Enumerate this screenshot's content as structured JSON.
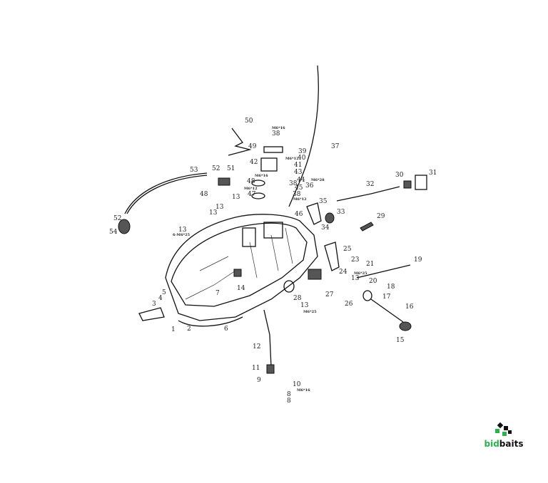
{
  "diagram": {
    "part_numbers": [
      "50",
      "49",
      "38",
      "39",
      "40",
      "41",
      "42",
      "43",
      "44",
      "38",
      "45",
      "48",
      "36",
      "47",
      "38",
      "13",
      "37",
      "53",
      "52",
      "51",
      "48",
      "13",
      "13",
      "13",
      "35",
      "33",
      "34",
      "46",
      "32",
      "30",
      "31",
      "29",
      "25",
      "23",
      "24",
      "13",
      "21",
      "19",
      "20",
      "18",
      "17",
      "26",
      "27",
      "28",
      "13",
      "16",
      "15",
      "14",
      "7",
      "5",
      "4",
      "3",
      "1",
      "2",
      "6",
      "12",
      "11",
      "9",
      "10",
      "8",
      "8",
      "52",
      "54"
    ],
    "bolt_specs": [
      "M6*16",
      "M6*12",
      "M6*28",
      "M6*16",
      "M6*12",
      "M6*12",
      "6-M6*25",
      "M6*25",
      "M6*25",
      "M6*16"
    ]
  },
  "logo": {
    "text_part1": "bid",
    "text_part2": "baits",
    "green": "#2bb24c",
    "dark": "#111111"
  }
}
